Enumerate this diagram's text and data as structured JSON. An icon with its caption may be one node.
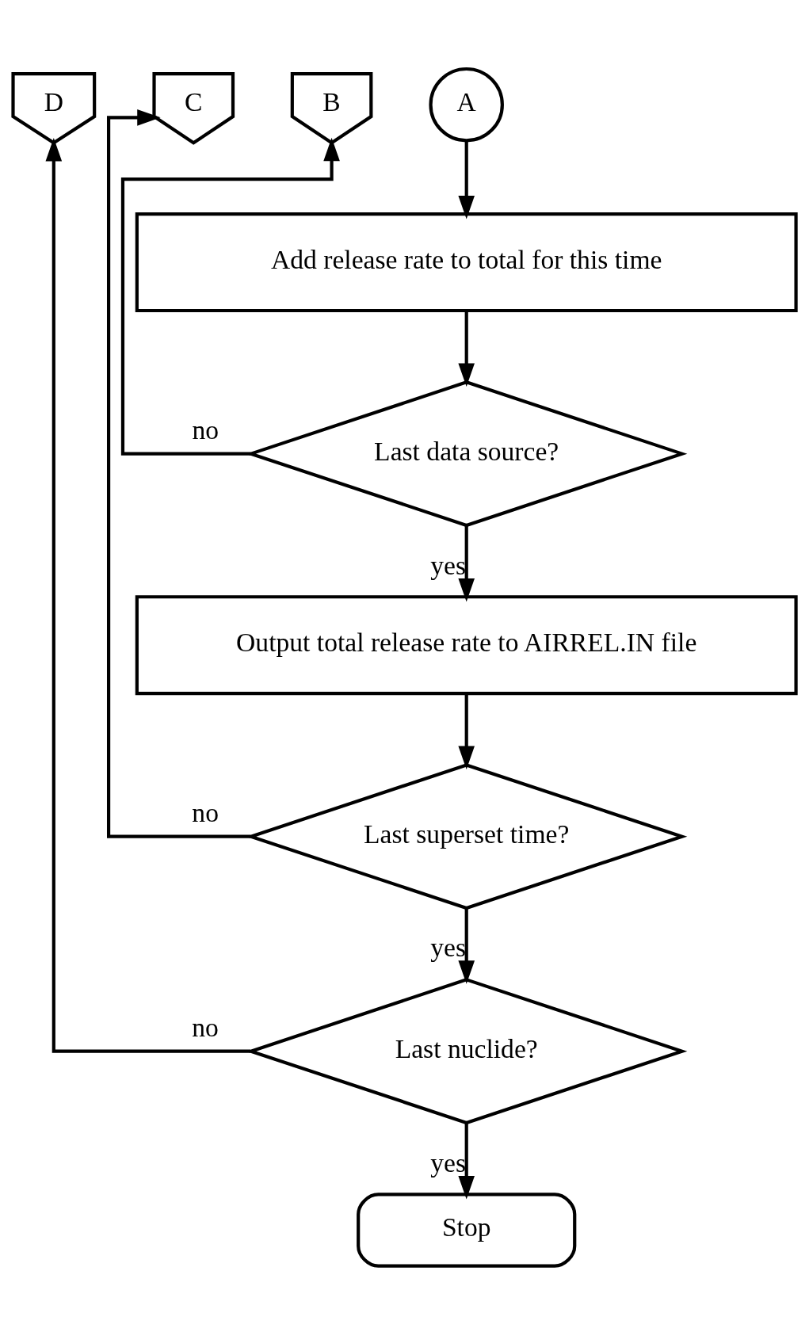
{
  "diagram": {
    "nodes": [
      {
        "text": [
          "D"
        ]
      },
      {
        "text": [
          "C"
        ]
      },
      {
        "text": [
          "B"
        ]
      },
      {
        "text": [
          "A"
        ]
      },
      {
        "text": [
          "Add release rate to total for this time"
        ]
      },
      {
        "text": [
          "Last data source?"
        ]
      },
      {
        "text": [
          "Output total release rate to AIRREL.IN file"
        ]
      },
      {
        "text": [
          "Last superset time?"
        ]
      },
      {
        "text": [
          "Last nuclide?"
        ]
      },
      {
        "text": [
          "Stop"
        ]
      }
    ],
    "edges": [
      {
        "from": 3,
        "to": 4,
        "arrow": "to"
      },
      {
        "from": 4,
        "to": 5,
        "arrow": "to"
      },
      {
        "from": 5,
        "to": 2,
        "label": "no",
        "arrow": "to"
      },
      {
        "from": 5,
        "to": 6,
        "label": "yes",
        "arrow": "to"
      },
      {
        "from": 6,
        "to": 7,
        "arrow": "to"
      },
      {
        "from": 7,
        "to": 1,
        "label": "no",
        "arrow": "to"
      },
      {
        "from": 7,
        "to": 8,
        "label": "yes",
        "arrow": "to"
      },
      {
        "from": 8,
        "to": 0,
        "label": "no",
        "arrow": "to"
      },
      {
        "from": 8,
        "to": 9,
        "label": "yes",
        "arrow": "to"
      }
    ]
  }
}
